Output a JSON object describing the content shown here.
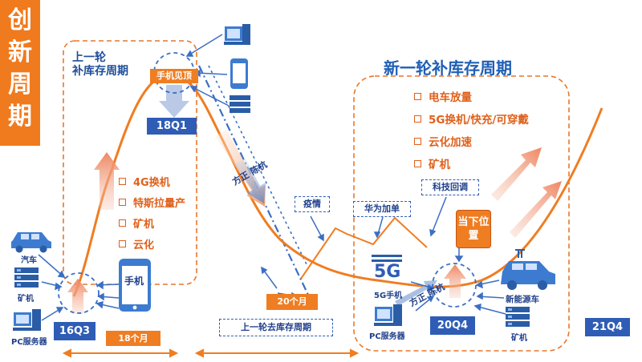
{
  "side_title": [
    "创",
    "新",
    "周",
    "期"
  ],
  "old_cycle": {
    "title": [
      "上一轮",
      "补库存周期"
    ],
    "peak_tag": "手机见顶",
    "peak_quarter": "18Q1",
    "start_quarter": "16Q3"
  },
  "old_drivers": [
    "4G换机",
    "特斯拉量产",
    "矿机",
    "云化"
  ],
  "new_cycle": {
    "title": "新一轮补库存周期",
    "current_quarter": "20Q4",
    "end_quarter": "21Q4",
    "current_position": "当下位置"
  },
  "new_drivers": [
    "电车放量",
    "5G换机/快充/可穿戴",
    "云化加速",
    "矿机"
  ],
  "events": {
    "epidemic": "疫情",
    "huawei": "华为加单",
    "tech": "科技回调",
    "down_label": "方正 陈杭",
    "down_label2": "方正 陈杭"
  },
  "durations": {
    "up": "18个月",
    "down": "20个月",
    "destock": "上一轮去库存周期"
  },
  "devices": {
    "car": "汽车",
    "miner": "矿机",
    "pc": "PC服务器",
    "phone": "手机",
    "ev": "新能源车",
    "miner2": "矿机",
    "pc2": "PC服务器",
    "fiveg": "5G",
    "fiveg_phone": "5G手机"
  },
  "colors": {
    "orange": "#ef7d22",
    "blue": "#2f5db5",
    "dashblue": "#3b6fc4",
    "arrowFill": "#f4a98a"
  }
}
